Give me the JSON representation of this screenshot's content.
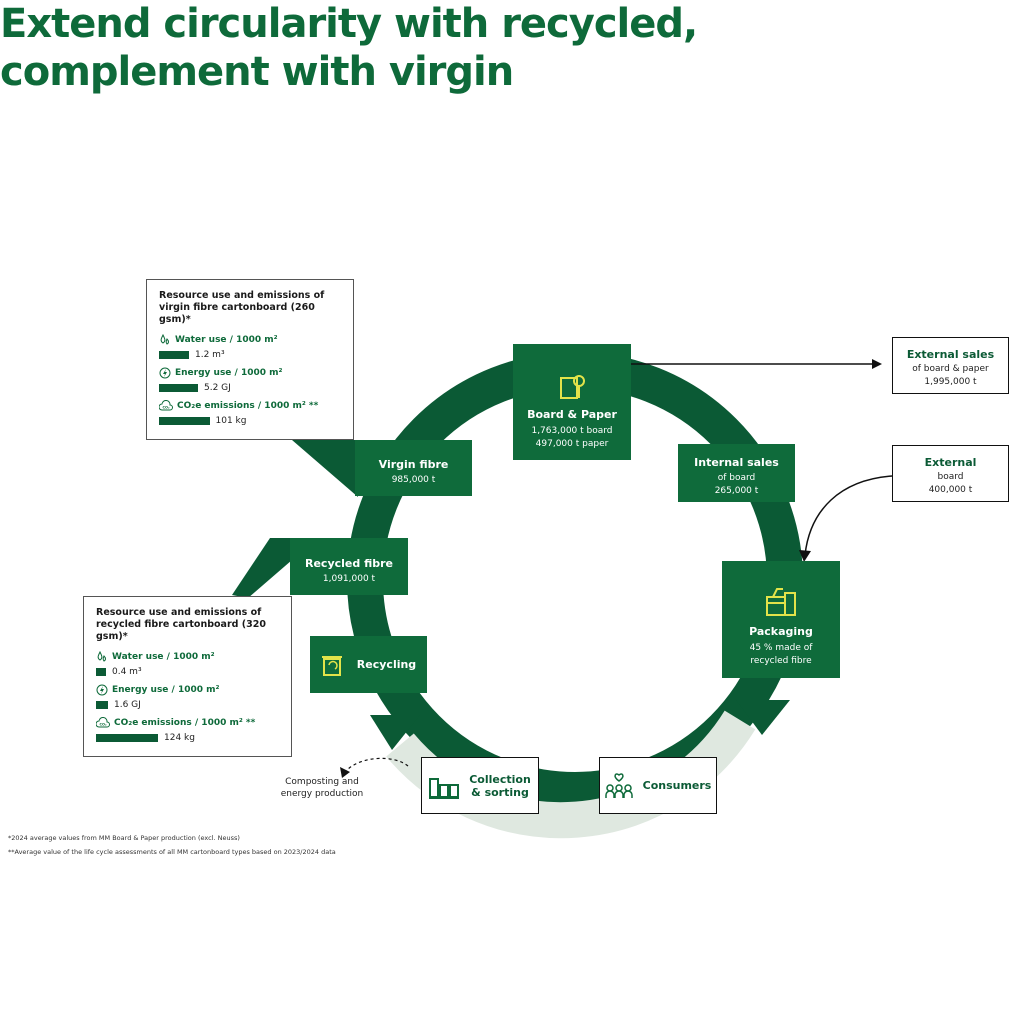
{
  "title_line1": "Extend circularity with recycled,",
  "title_line2": "complement with virgin",
  "nodes": {
    "board_paper": {
      "title": "Board & Paper",
      "line1": "1,763,000 t board",
      "line2": "497,000 t paper"
    },
    "virgin_fibre": {
      "title": "Virgin fibre",
      "line1": "985,000 t"
    },
    "recycled_fibre": {
      "title": "Recycled fibre",
      "line1": "1,091,000 t"
    },
    "recycling": {
      "title": "Recycling"
    },
    "internal_sales": {
      "title": "Internal sales",
      "line1": "of board",
      "line2": "265,000 t"
    },
    "packaging": {
      "title": "Packaging",
      "line1": "45 % made of",
      "line2": "recycled fibre"
    },
    "consumers": {
      "title": "Consumers"
    },
    "collection": {
      "title_l1": "Collection",
      "title_l2": "& sorting"
    },
    "external_sales": {
      "title": "External sales",
      "line1": "of board & paper",
      "line2": "1,995,000 t"
    },
    "external": {
      "title": "External",
      "line1": "board",
      "line2": "400,000 t"
    }
  },
  "composting": {
    "line1": "Composting and",
    "line2": "energy production"
  },
  "virgin_panel": {
    "heading": "Resource use and emissions of virgin fibre cartonboard (260 gsm)*",
    "water_label": "Water use / 1000 m²",
    "water_value": "1.2 m³",
    "water_bar": 1.2,
    "energy_label": "Energy use / 1000 m²",
    "energy_value": "5.2 GJ",
    "energy_bar": 5.2,
    "co2_label": "CO₂e emissions / 1000 m² **",
    "co2_value": "101 kg",
    "co2_bar": 101
  },
  "recycled_panel": {
    "heading": "Resource use and emissions of recycled fibre cartonboard (320 gsm)*",
    "water_label": "Water use / 1000 m²",
    "water_value": "0.4 m³",
    "water_bar": 0.4,
    "energy_label": "Energy use / 1000 m²",
    "energy_value": "1.6 GJ",
    "energy_bar": 1.6,
    "co2_label": "CO₂e emissions / 1000 m² **",
    "co2_value": "124 kg",
    "co2_bar": 124
  },
  "co2_badge": "CO₂",
  "footnote1": "*2024 average values from MM Board & Paper production (excl. Neuss)",
  "footnote2": "**Average value of the life cycle assessments of all MM cartonboard types based on 2023/2024 data",
  "colors": {
    "dark_green": "#0b5a35",
    "mid_green": "#0f6b3b",
    "light_grey_green": "#dfe8e0",
    "icon_yellow": "#e3e34a"
  }
}
